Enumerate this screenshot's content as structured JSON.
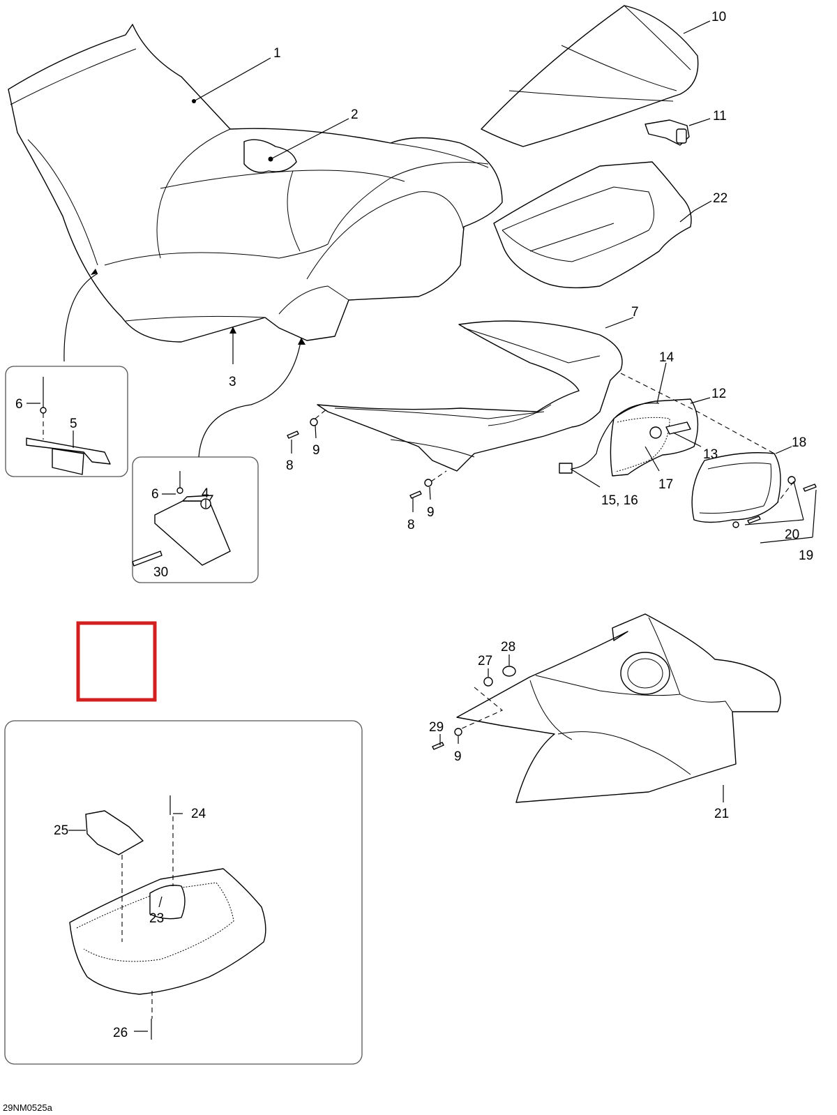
{
  "drawing_code": "29NM0525a",
  "highlight_color": "#d21f1f",
  "callouts": [
    {
      "id": "c1",
      "text": "1"
    },
    {
      "id": "c2",
      "text": "2"
    },
    {
      "id": "c3",
      "text": "3"
    },
    {
      "id": "c4",
      "text": "4"
    },
    {
      "id": "c5",
      "text": "5"
    },
    {
      "id": "c6a",
      "text": "6"
    },
    {
      "id": "c6b",
      "text": "6"
    },
    {
      "id": "c7",
      "text": "7"
    },
    {
      "id": "c8a",
      "text": "8"
    },
    {
      "id": "c8b",
      "text": "8"
    },
    {
      "id": "c9a",
      "text": "9"
    },
    {
      "id": "c9b",
      "text": "9"
    },
    {
      "id": "c9c",
      "text": "9"
    },
    {
      "id": "c10",
      "text": "10"
    },
    {
      "id": "c11",
      "text": "11"
    },
    {
      "id": "c12",
      "text": "12"
    },
    {
      "id": "c13",
      "text": "13"
    },
    {
      "id": "c14",
      "text": "14"
    },
    {
      "id": "c1516",
      "text": "15, 16"
    },
    {
      "id": "c17",
      "text": "17"
    },
    {
      "id": "c18",
      "text": "18"
    },
    {
      "id": "c19",
      "text": "19"
    },
    {
      "id": "c20",
      "text": "20"
    },
    {
      "id": "c21",
      "text": "21"
    },
    {
      "id": "c22",
      "text": "22"
    },
    {
      "id": "c23",
      "text": "23"
    },
    {
      "id": "c24",
      "text": "24"
    },
    {
      "id": "c25",
      "text": "25"
    },
    {
      "id": "c26",
      "text": "26"
    },
    {
      "id": "c27",
      "text": "27"
    },
    {
      "id": "c28",
      "text": "28"
    },
    {
      "id": "c29",
      "text": "29"
    },
    {
      "id": "c30",
      "text": "30"
    }
  ]
}
